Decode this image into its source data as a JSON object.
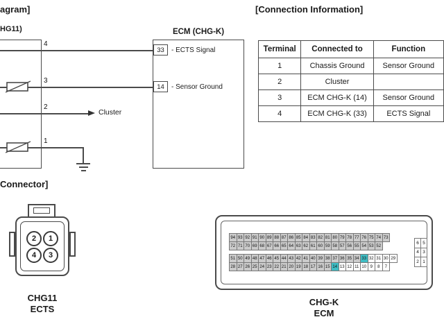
{
  "colors": {
    "wire": "#4a4a4a",
    "highlight": "#3fbdc4",
    "cell": "#cbcbcb"
  },
  "circuit": {
    "section_title": "agram]",
    "connector_label": "HG11)",
    "ecm_title": "ECM (CHG-K)",
    "pins": [
      "4",
      "3",
      "2",
      "1"
    ],
    "terminals": [
      {
        "num": "33",
        "label": "- ECTS Signal"
      },
      {
        "num": "14",
        "label": "- Sensor Ground"
      }
    ],
    "cluster_label": "Cluster"
  },
  "connection_info": {
    "section_title": "[Connection Information]",
    "headers": [
      "Terminal",
      "Connected to",
      "Function"
    ],
    "rows": [
      [
        "1",
        "Chassis Ground",
        "Sensor Ground"
      ],
      [
        "2",
        "Cluster",
        ""
      ],
      [
        "3",
        "ECM CHG-K (14)",
        "Sensor Ground"
      ],
      [
        "4",
        "ECM CHG-K (33)",
        "ECTS Signal"
      ]
    ]
  },
  "harness": {
    "section_title": "Connector]",
    "pins": [
      "2",
      "1",
      "4",
      "3"
    ],
    "name": "CHG11",
    "type": "ECTS"
  },
  "ecm_connector": {
    "name": "CHG-K",
    "type": "ECM",
    "pin_rows": [
      [
        "94",
        "93",
        "92",
        "91",
        "90",
        "89",
        "88",
        "87",
        "86",
        "85",
        "84",
        "83",
        "82",
        "81",
        "80",
        "79",
        "78",
        "77",
        "76",
        "75",
        "74",
        "73"
      ],
      [
        "72",
        "71",
        "70",
        "69",
        "68",
        "67",
        "66",
        "65",
        "64",
        "63",
        "62",
        "61",
        "60",
        "59",
        "58",
        "57",
        "56",
        "55",
        "54",
        "53",
        "52"
      ],
      [
        "51",
        "50",
        "49",
        "48",
        "47",
        "46",
        "45",
        "44",
        "43",
        "42",
        "41",
        "40",
        "39",
        "38",
        "37",
        "36",
        "35",
        "34",
        "33",
        "32",
        "31",
        "30",
        "29"
      ],
      [
        "28",
        "27",
        "26",
        "25",
        "24",
        "23",
        "22",
        "21",
        "20",
        "19",
        "18",
        "17",
        "16",
        "15",
        "14",
        "13",
        "12",
        "11",
        "10",
        "9",
        "8",
        "7"
      ]
    ],
    "side_block": [
      [
        "6",
        "5"
      ],
      [
        "4",
        "3"
      ],
      [
        "2",
        "1"
      ]
    ],
    "highlighted_pins": [
      "33",
      "14"
    ],
    "unfilled_pins": [
      "32",
      "31",
      "30",
      "29",
      "13",
      "12",
      "11",
      "10",
      "9",
      "8",
      "7"
    ]
  }
}
